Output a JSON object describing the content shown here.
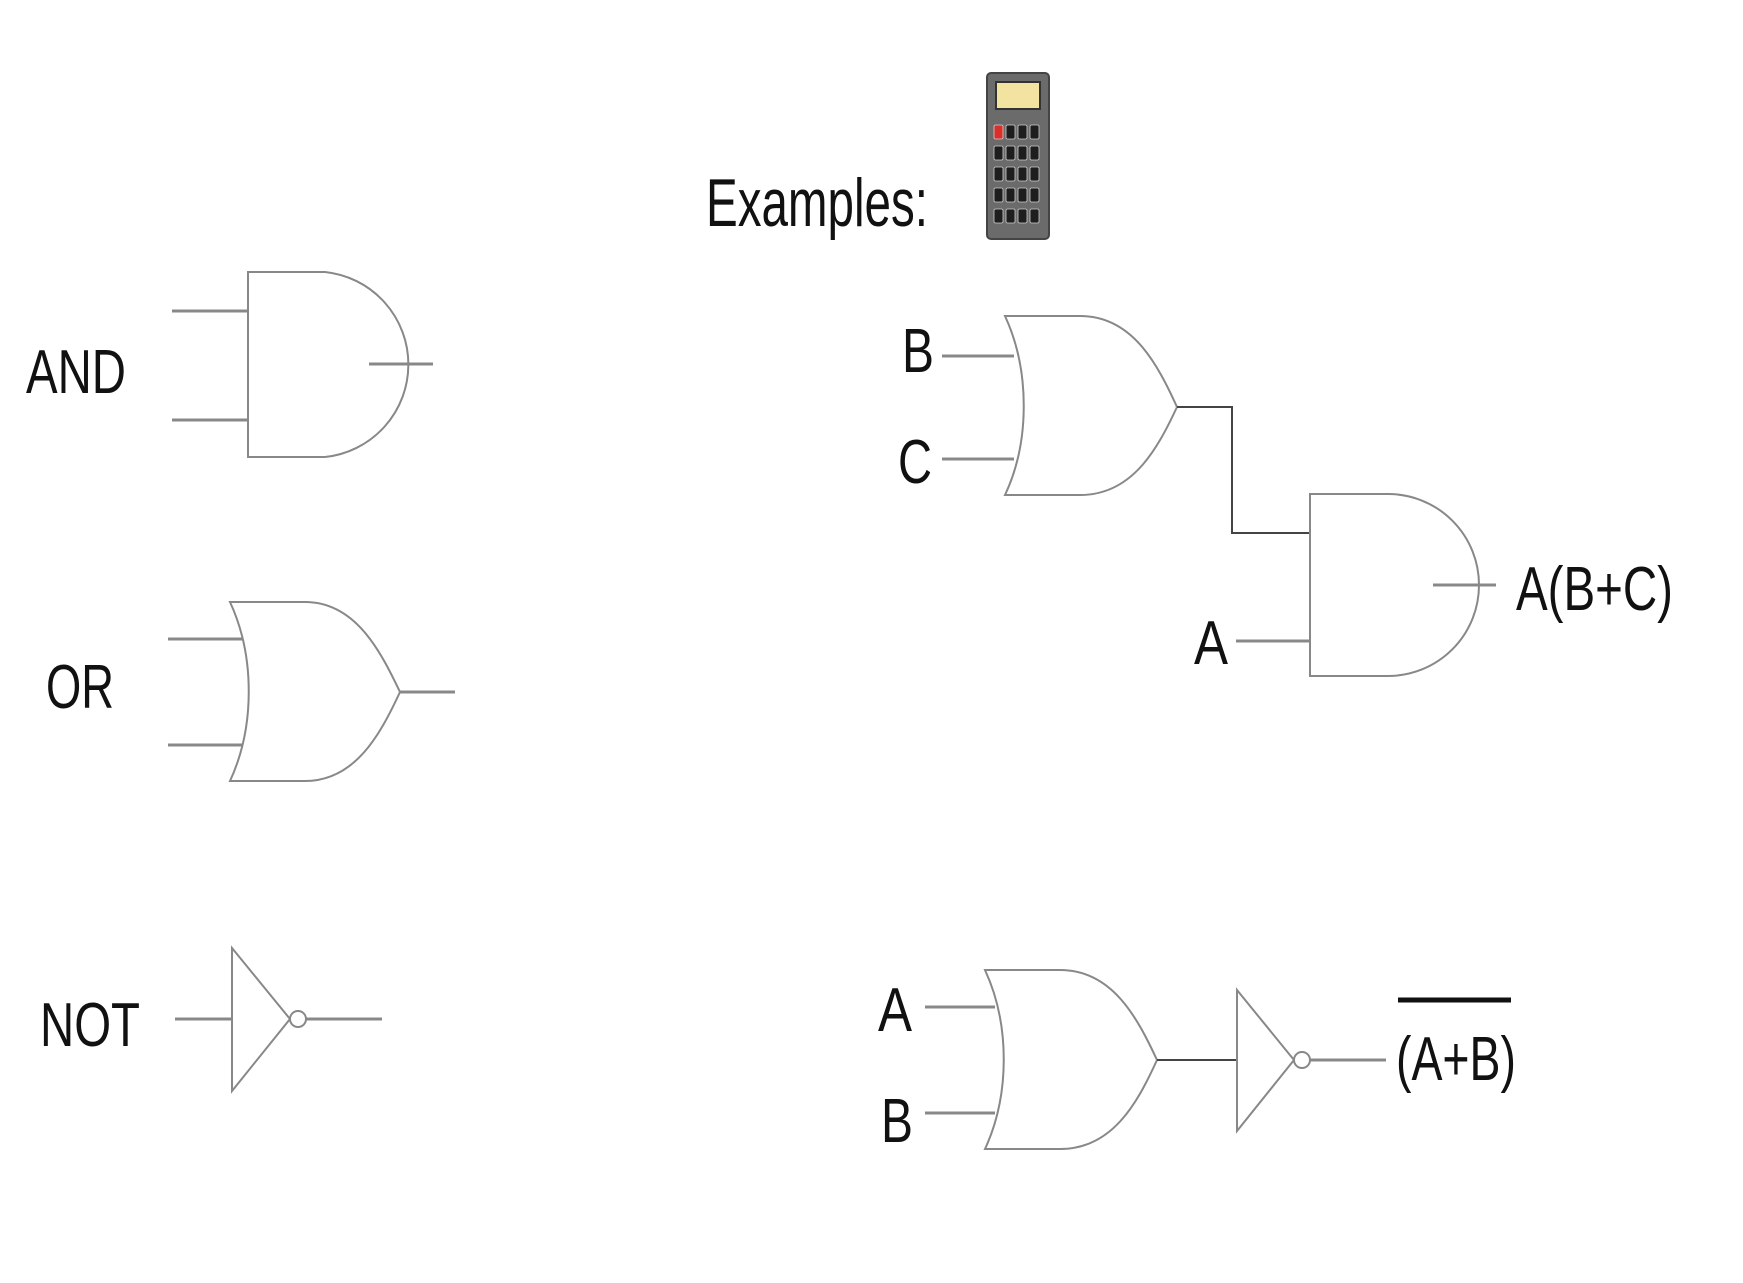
{
  "legend": {
    "and_label": "AND",
    "or_label": "OR",
    "not_label": "NOT"
  },
  "examples": {
    "title": "Examples:",
    "icon": "calculator-icon",
    "example1": {
      "input_b": "B",
      "input_c": "C",
      "input_a": "A",
      "output": "A(B+C)"
    },
    "example2": {
      "input_a": "A",
      "input_b": "B",
      "output": "(A+B)"
    }
  },
  "colors": {
    "gate_stroke": "#888888",
    "text": "#111111",
    "calculator_body": "#6b6b6b",
    "calculator_screen": "#f3e3a0",
    "calculator_key_red": "#d9302b"
  }
}
